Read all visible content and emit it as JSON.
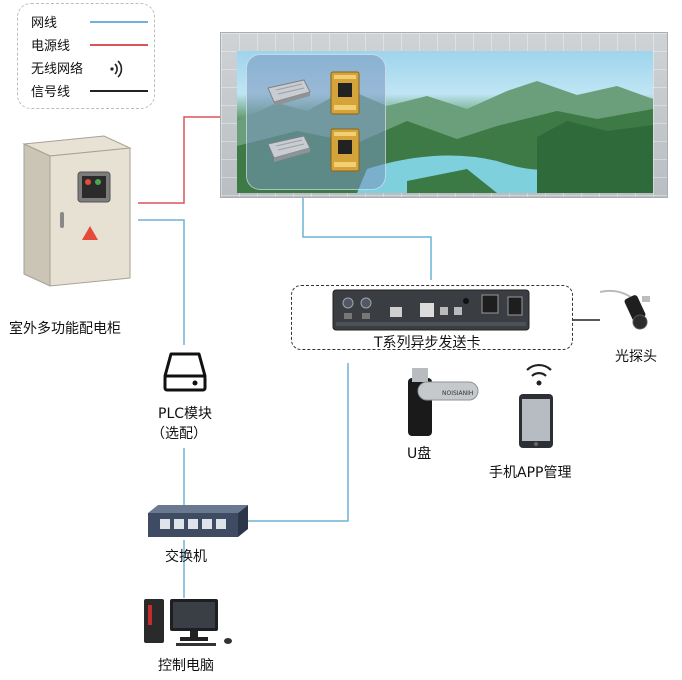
{
  "legend": {
    "network_line": "网线",
    "power_line": "电源线",
    "wireless": "无线网络",
    "signal_line": "信号线",
    "colors": {
      "network": "#6fb2d6",
      "power": "#d8555b",
      "signal": "#222222"
    }
  },
  "labels": {
    "cabinet": "室外多功能配电柜",
    "sender_card": "T系列异步发送卡",
    "light_probe": "光探头",
    "usb_drive": "U盘",
    "phone_app": "手机APP管理",
    "plc_module": "PLC模块",
    "plc_optional": "（选配）",
    "switch": "交换机",
    "computer": "控制电脑",
    "usb_brand": "NOISIANIH"
  },
  "icons": {
    "cabinet": "electrical-cabinet-icon",
    "led_screen": "led-display-icon",
    "power_supply": "power-supply-icon",
    "receiver_card": "receiver-card-icon",
    "sender_card": "sender-card-device-icon",
    "light_probe": "light-sensor-icon",
    "usb_drive": "usb-drive-icon",
    "wifi": "wifi-icon",
    "phone": "smartphone-icon",
    "plc": "plc-module-icon",
    "switch": "network-switch-icon",
    "computer": "desktop-computer-icon"
  }
}
